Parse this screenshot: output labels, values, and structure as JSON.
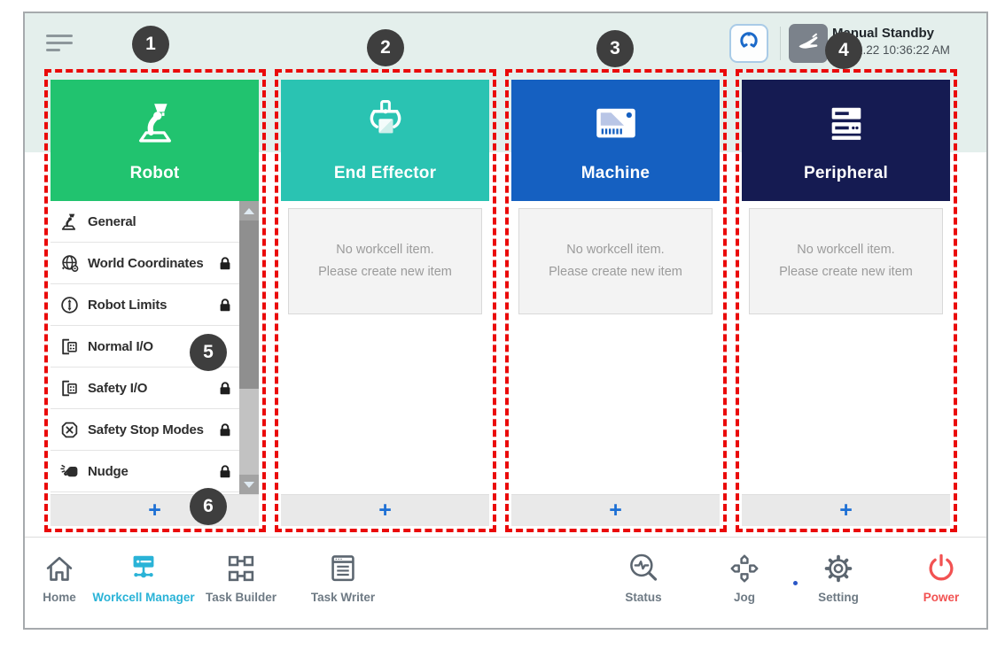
{
  "header": {
    "status_title": "Manual Standby",
    "status_time": "2.22 10:36:22 AM",
    "menu_icon": "hamburger-icon",
    "mode_button_icon": "gripper-tool-icon",
    "hand_button_icon": "hand-guide-icon"
  },
  "badges": [
    "1",
    "2",
    "3",
    "4",
    "5",
    "6"
  ],
  "columns": [
    {
      "title": "Robot",
      "header_color": "#21c36f",
      "icon": "robot-arm-icon"
    },
    {
      "title": "End Effector",
      "header_color": "#2ac3b2",
      "icon": "gripper-icon"
    },
    {
      "title": "Machine",
      "header_color": "#1560c1",
      "icon": "machine-icon"
    },
    {
      "title": "Peripheral",
      "header_color": "#151b52",
      "icon": "server-stack-icon"
    }
  ],
  "robot_menu": {
    "items": [
      {
        "label": "General",
        "icon": "robot-icon",
        "locked": false
      },
      {
        "label": "World Coordinates",
        "icon": "globe-icon",
        "locked": true
      },
      {
        "label": "Robot Limits",
        "icon": "limits-icon",
        "locked": true
      },
      {
        "label": "Normal I/O",
        "icon": "io-icon",
        "locked": false
      },
      {
        "label": "Safety I/O",
        "icon": "io-icon",
        "locked": true
      },
      {
        "label": "Safety Stop Modes",
        "icon": "stop-x-icon",
        "locked": true
      },
      {
        "label": "Nudge",
        "icon": "nudge-icon",
        "locked": true
      }
    ]
  },
  "empty_state": {
    "line1": "No workcell item.",
    "line2": "Please create new item"
  },
  "add_button": "+",
  "nav": {
    "items": [
      {
        "label": "Home",
        "active": false
      },
      {
        "label": "Workcell Manager",
        "active": true
      },
      {
        "label": "Task Builder",
        "active": false
      },
      {
        "label": "Task Writer",
        "active": false
      },
      {
        "label": "Status",
        "active": false
      },
      {
        "label": "Jog",
        "active": false
      },
      {
        "label": "Setting",
        "active": false
      },
      {
        "label": "Power",
        "active": false
      }
    ]
  },
  "colors": {
    "mint_background": "#e4efec",
    "accent_active": "#2ab3d7",
    "power_red": "#f25252",
    "annotation_red": "#ea0a0a",
    "plus_blue": "#1c6fd4",
    "mode_icon_blue": "#1b6ac9"
  }
}
